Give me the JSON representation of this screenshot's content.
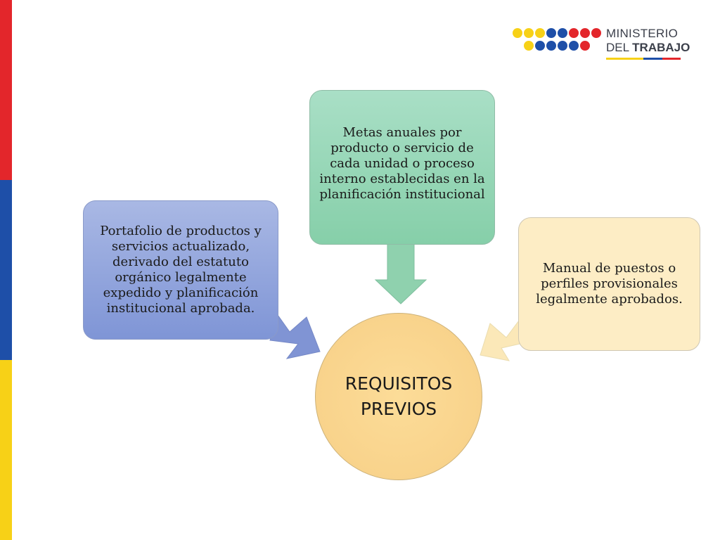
{
  "colors": {
    "flag_yellow": "#f7d117",
    "flag_blue": "#1e4fa8",
    "flag_red": "#e3262b",
    "box_left": "#8da0dc",
    "box_top": "#93d4b2",
    "box_right": "#fdedc5",
    "circle": "#f9d68e"
  },
  "logo": {
    "line1": "MINISTERIO",
    "line2_a": "DEL ",
    "line2_b": "TRABAJO"
  },
  "diagram": {
    "center": "REQUISITOS\nPREVIOS",
    "left": "Portafolio de productos y servicios actualizado, derivado del estatuto orgánico legalmente expedido y planificación institucional aprobada.",
    "top": "Metas anuales por producto o servicio de cada unidad o proceso interno establecidas en la planificación institucional",
    "right": "Manual de puestos o perfiles provisionales legalmente aprobados."
  }
}
